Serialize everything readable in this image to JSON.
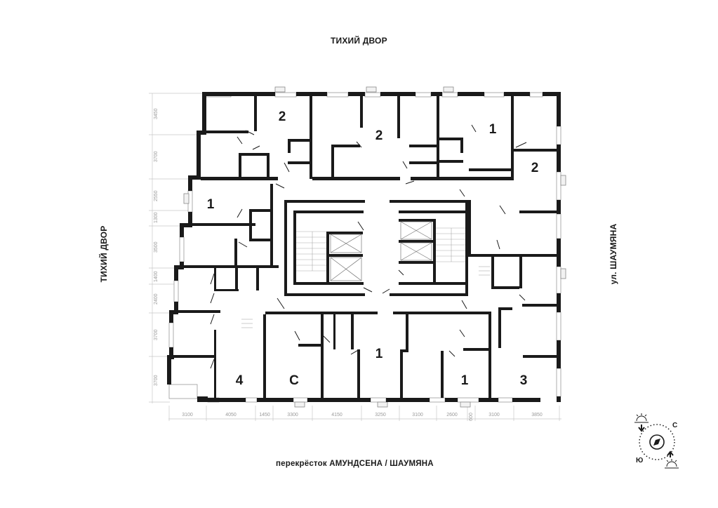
{
  "labels": {
    "top": "ТИХИЙ ДВОР",
    "left": "ТИХИЙ ДВОР",
    "right": "ул. ШАУМЯНА",
    "bottom": "перекрёсток АМУНДСЕНА / ШАУМЯНА"
  },
  "dimensions": {
    "left": [
      "3450",
      "3700",
      "2550",
      "1300",
      "3500",
      "1400",
      "2400",
      "3700",
      "3700"
    ],
    "bottom": [
      "3100",
      "4050",
      "1450",
      "3300",
      "4150",
      "3250",
      "3100",
      "2600",
      "600",
      "3100",
      "3850"
    ]
  },
  "apartments": [
    {
      "id": "apt-top-left",
      "rooms": "2"
    },
    {
      "id": "apt-top-center",
      "rooms": "2"
    },
    {
      "id": "apt-top-right-small",
      "rooms": "1"
    },
    {
      "id": "apt-right-upper",
      "rooms": "2"
    },
    {
      "id": "apt-left-upper",
      "rooms": "1"
    },
    {
      "id": "apt-bottom-left",
      "rooms": "4"
    },
    {
      "id": "apt-bottom-studio",
      "rooms": "С"
    },
    {
      "id": "apt-bottom-center",
      "rooms": "1"
    },
    {
      "id": "apt-bottom-center-right",
      "rooms": "1"
    },
    {
      "id": "apt-bottom-right",
      "rooms": "3"
    }
  ],
  "compass": {
    "north": "С",
    "south": "Ю"
  },
  "colors": {
    "wall": "#1a1a1a",
    "dimension": "#9a9a9a",
    "window": "#bdbdbd",
    "background": "#ffffff"
  }
}
